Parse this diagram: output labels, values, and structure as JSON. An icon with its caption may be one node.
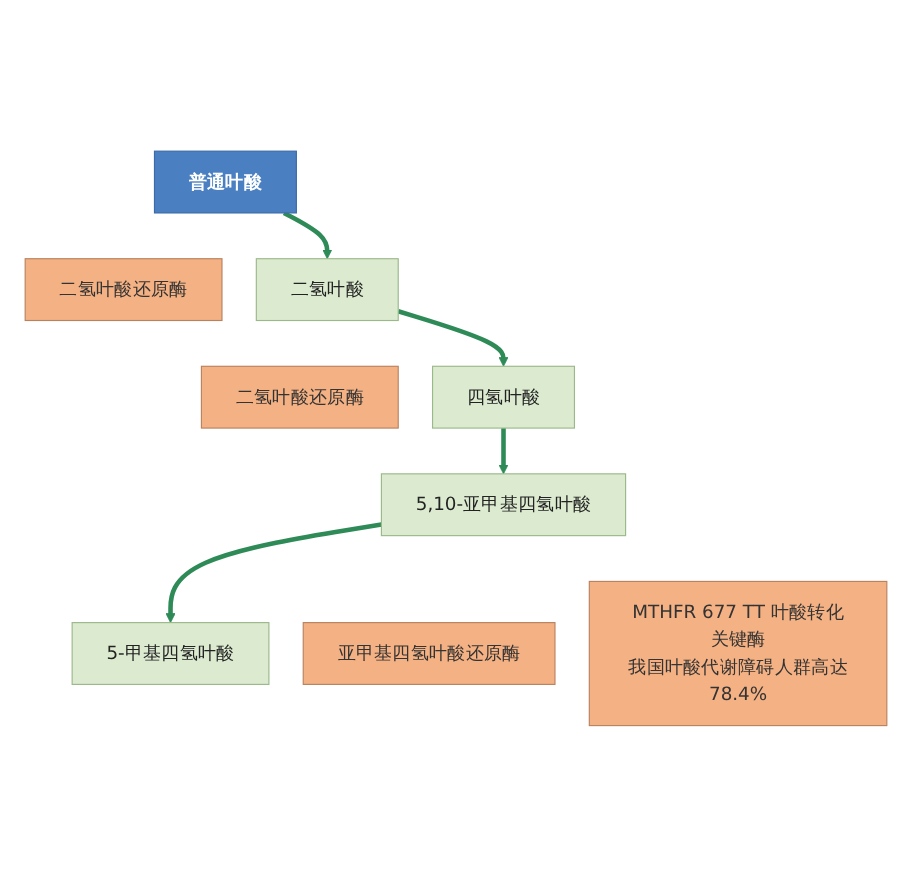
{
  "diagram": {
    "nodes": [
      {
        "text": [
          "普通叶酸"
        ]
      },
      {
        "text": [
          "二氢叶酸还原酶"
        ]
      },
      {
        "text": [
          "二氢叶酸"
        ]
      },
      {
        "text": [
          "二氢叶酸还原酶"
        ]
      },
      {
        "text": [
          "四氢叶酸"
        ]
      },
      {
        "text": [
          "5,10-亚甲基四氢叶酸"
        ]
      },
      {
        "text": [
          "亚甲基四氢叶酸还原酶"
        ]
      },
      {
        "text": [
          "MTHFR 677 TT 叶酸转化关键酶",
          "我国叶酸代谢障碍人群高达78.4%"
        ]
      },
      {
        "text": [
          "5-甲基四氢叶酸"
        ]
      }
    ],
    "edges": [
      {
        "from": 0,
        "to": 2,
        "arrow": "to"
      },
      {
        "from": 2,
        "to": 4,
        "arrow": "to"
      },
      {
        "from": 4,
        "to": 5,
        "arrow": "to"
      },
      {
        "from": 5,
        "to": 8,
        "arrow": "to"
      }
    ]
  }
}
